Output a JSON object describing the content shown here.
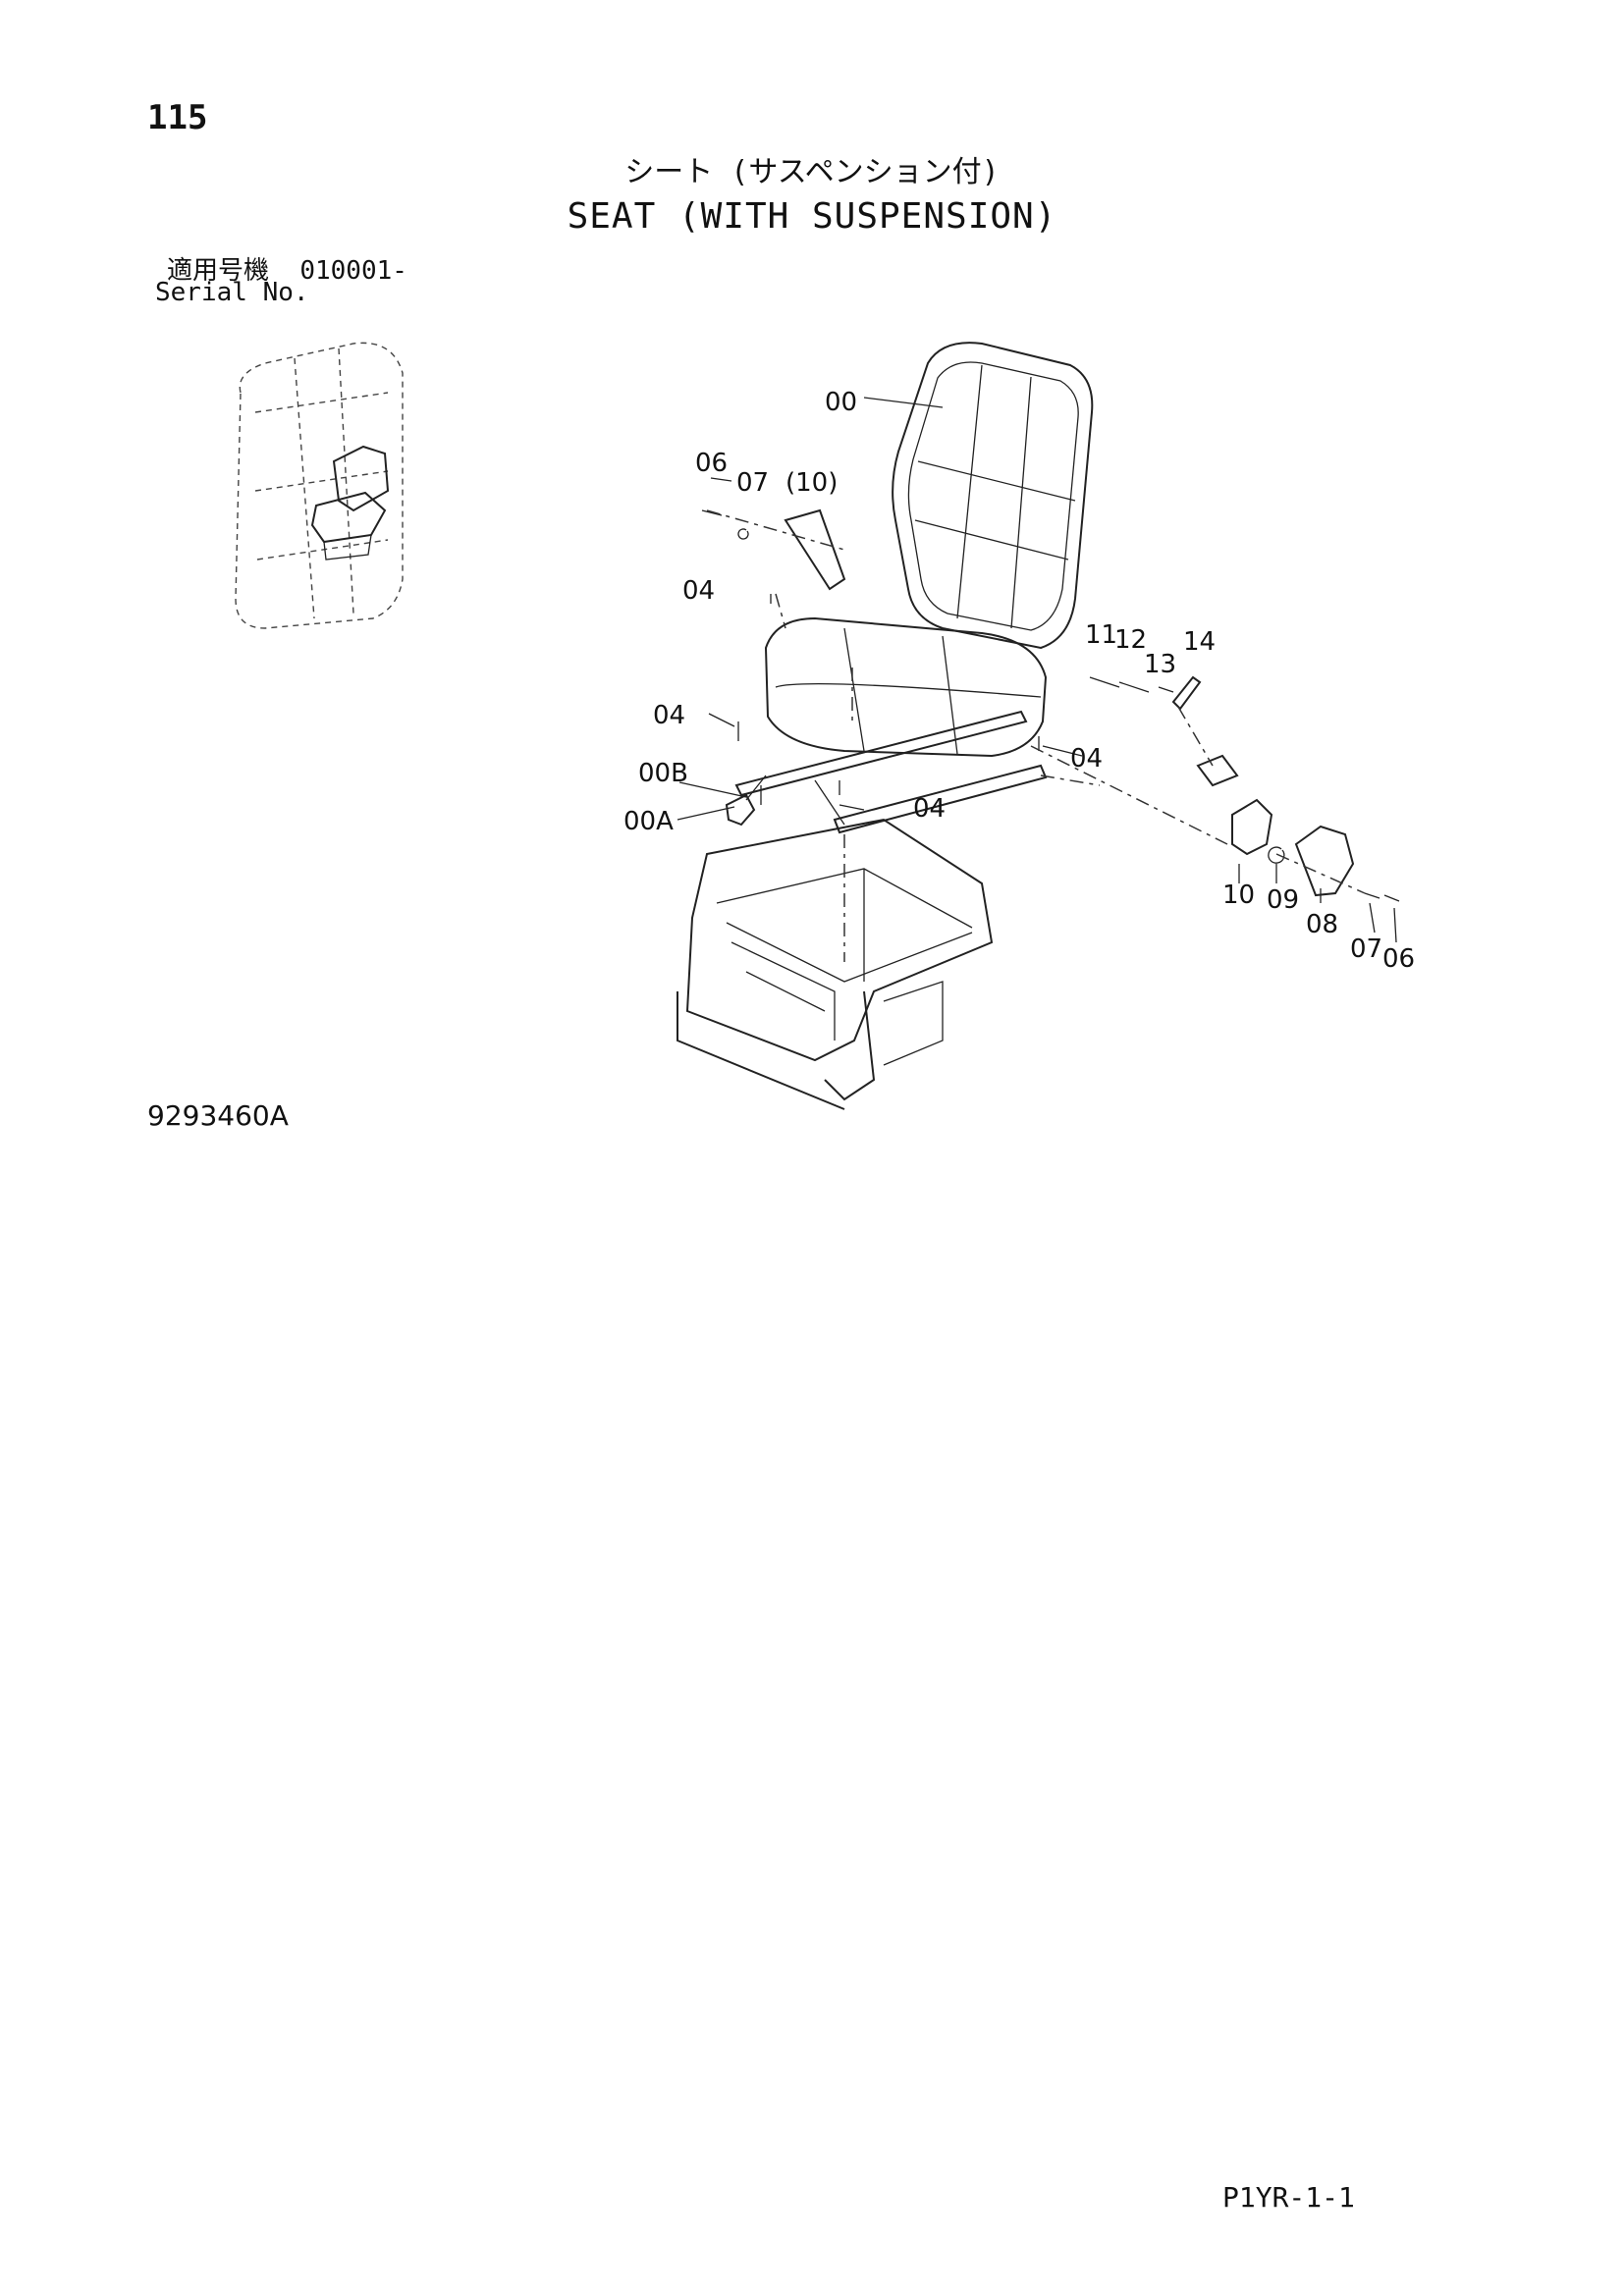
{
  "header": {
    "page_number": "115",
    "title_jp": "シート (サスペンション付)",
    "title_en": "SEAT (WITH SUSPENSION)",
    "serial_label_jp": "適用号機",
    "serial_value": "010001-",
    "serial_label_en": "Serial No."
  },
  "callouts": [
    "00",
    "06",
    "07",
    "(10)",
    "04",
    "11",
    "12",
    "13",
    "14",
    "04",
    "04",
    "00B",
    "00A",
    "04",
    "10",
    "09",
    "08",
    "07",
    "06"
  ],
  "footer": {
    "drawing_number": "9293460A",
    "page_code": "P1YR-1-1"
  }
}
